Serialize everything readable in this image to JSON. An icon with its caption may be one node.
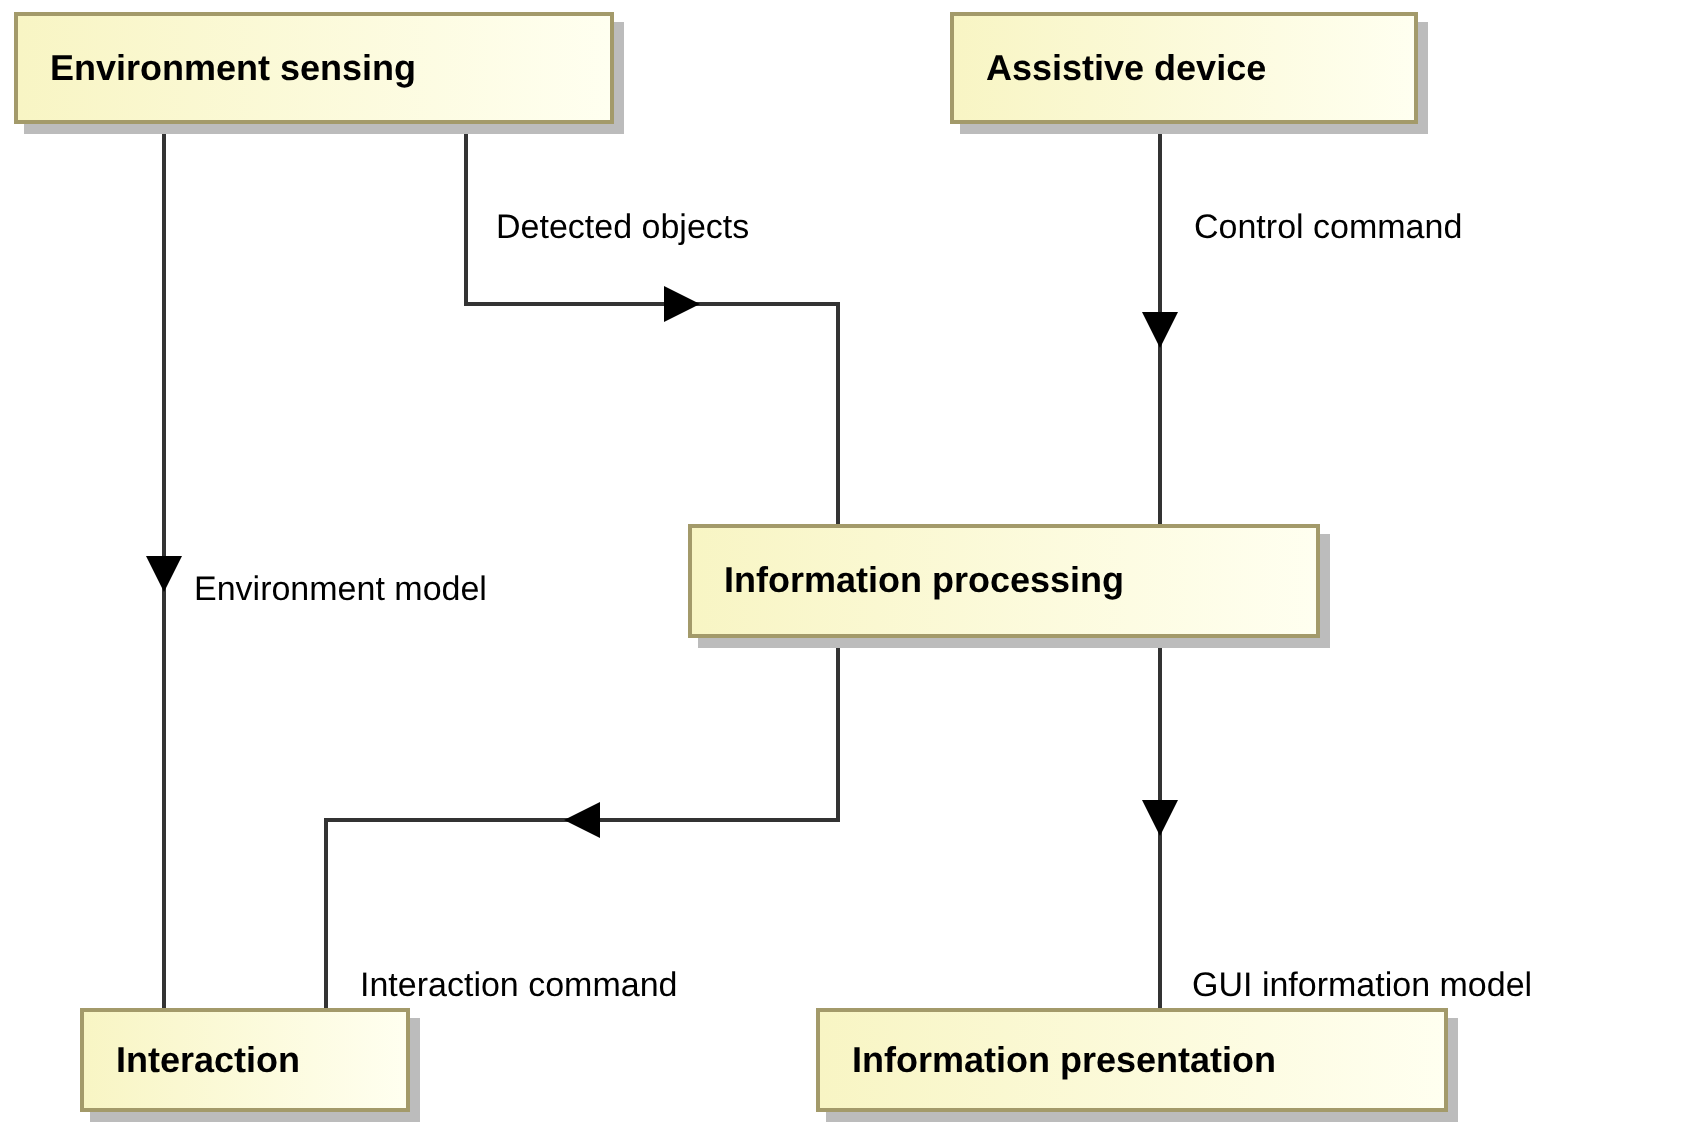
{
  "diagram": {
    "nodes": [
      {
        "text": [
          "Environment sensing"
        ]
      },
      {
        "text": [
          "Assistive device"
        ]
      },
      {
        "text": [
          "Information processing"
        ]
      },
      {
        "text": [
          "Interaction"
        ]
      },
      {
        "text": [
          "Information presentation"
        ]
      }
    ],
    "edges": [
      {
        "from": 0,
        "to": 2,
        "arrow": "to",
        "label": "Detected objects"
      },
      {
        "from": 1,
        "to": 2,
        "arrow": "to",
        "label": "Control command"
      },
      {
        "from": 0,
        "to": 3,
        "arrow": "to",
        "label": "Environment model"
      },
      {
        "from": 2,
        "to": 3,
        "arrow": "to",
        "label": "Interaction command"
      },
      {
        "from": 2,
        "to": 4,
        "arrow": "to",
        "label": "GUI information model"
      }
    ]
  }
}
